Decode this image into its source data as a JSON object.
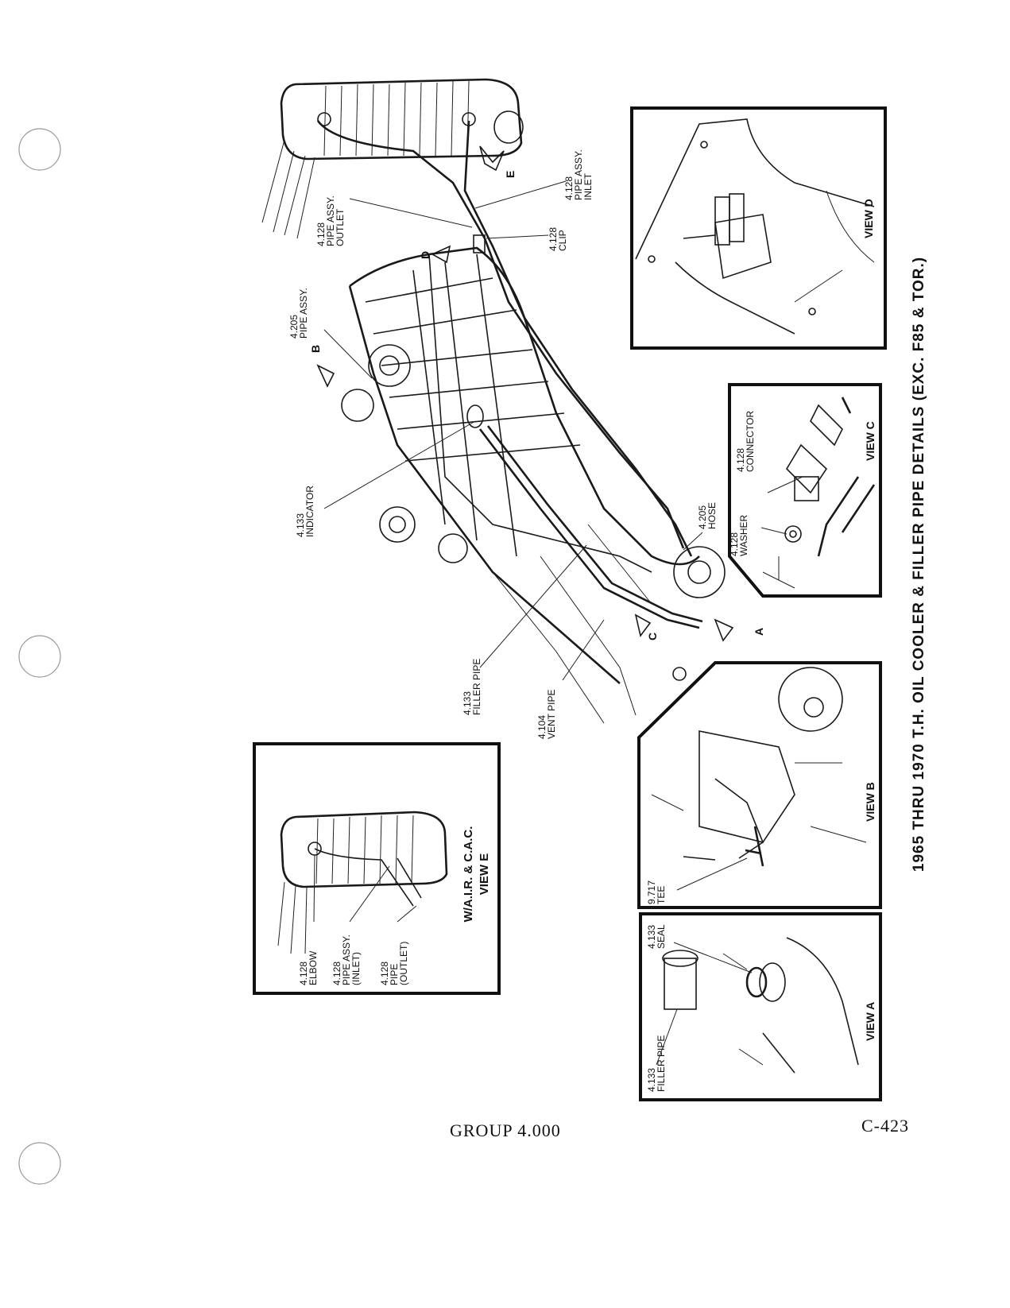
{
  "title": "1965 THRU 1970 T.H. OIL COOLER & FILLER PIPE DETAILS (EXC. F85 & TOR.)",
  "footer": {
    "group": "GROUP 4.000",
    "page": "C-423"
  },
  "main_labels": [
    {
      "id": "pipe-outlet",
      "lines": [
        "4.128",
        "PIPE ASSY.",
        "OUTLET"
      ]
    },
    {
      "id": "pipe-inlet",
      "lines": [
        "4.128",
        "PIPE ASSY.",
        "INLET"
      ]
    },
    {
      "id": "clip",
      "lines": [
        "4.128",
        "CLIP"
      ]
    },
    {
      "id": "pipe-assy-205",
      "lines": [
        "4.205",
        "PIPE ASSY."
      ]
    },
    {
      "id": "indicator",
      "lines": [
        "4.133",
        "INDICATOR"
      ]
    },
    {
      "id": "hose",
      "lines": [
        "4.205",
        "HOSE"
      ]
    },
    {
      "id": "filler-pipe",
      "lines": [
        "4.133",
        "FILLER PIPE"
      ]
    },
    {
      "id": "vent-pipe",
      "lines": [
        "4.104",
        "VENT PIPE"
      ]
    }
  ],
  "view_letters": {
    "a": "A",
    "b": "B",
    "c": "C",
    "d": "D",
    "e": "E"
  },
  "views": {
    "a": {
      "title": "VIEW A",
      "labels": [
        {
          "lines": [
            "4.133",
            "FILLER PIPE"
          ]
        },
        {
          "lines": [
            "4.133",
            "SEAL"
          ]
        }
      ]
    },
    "b": {
      "title": "VIEW B",
      "labels": [
        {
          "lines": [
            "9.717",
            "TEE"
          ]
        }
      ]
    },
    "c": {
      "title": "VIEW C",
      "labels": [
        {
          "lines": [
            "4.128",
            "WASHER"
          ]
        },
        {
          "lines": [
            "4.128",
            "CONNECTOR"
          ]
        }
      ]
    },
    "d": {
      "title": "VIEW D",
      "labels": []
    },
    "e": {
      "title": "VIEW E",
      "subtitle": "W/A.I.R. & C.A.C.",
      "labels": [
        {
          "lines": [
            "4.128",
            "ELBOW"
          ]
        },
        {
          "lines": [
            "4.128",
            "PIPE ASSY.",
            "(INLET)"
          ]
        },
        {
          "lines": [
            "4.128",
            "PIPE",
            "(OUTLET)"
          ]
        }
      ]
    }
  }
}
